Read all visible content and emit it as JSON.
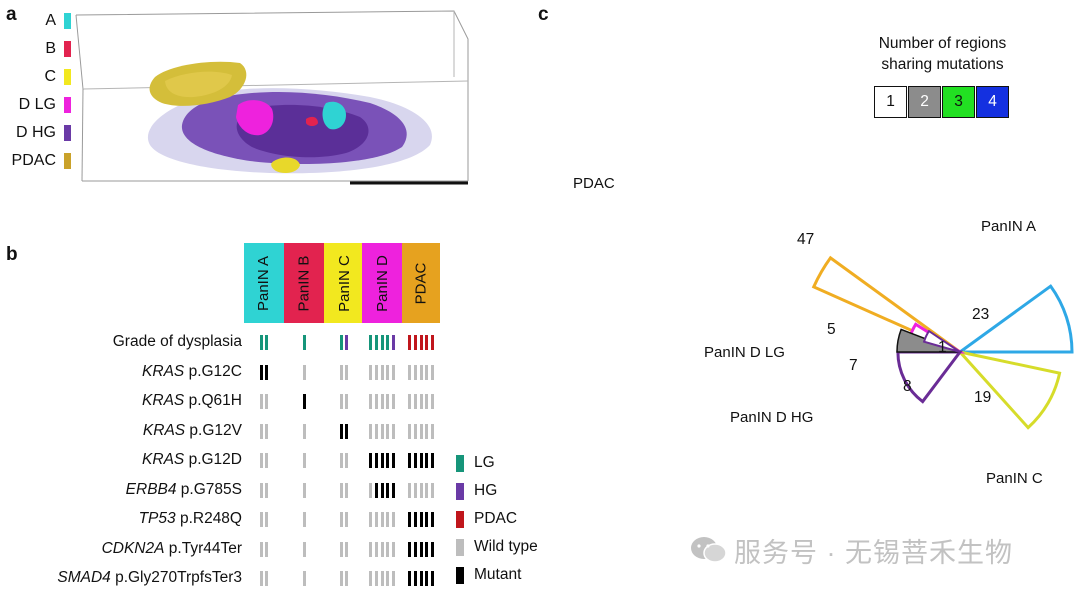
{
  "panels": {
    "a": "a",
    "b": "b",
    "c": "c"
  },
  "panel_a": {
    "legend": [
      {
        "label": "A",
        "color": "#2fd3d3"
      },
      {
        "label": "B",
        "color": "#e2234f"
      },
      {
        "label": "C",
        "color": "#f2e81f"
      },
      {
        "label": "D LG",
        "color": "#ee22dd"
      },
      {
        "label": "D HG",
        "color": "#6a3aa6"
      },
      {
        "label": "PDAC",
        "color": "#caa22a"
      }
    ]
  },
  "panel_b": {
    "columns": [
      {
        "label": "PanIN A",
        "color": "#2fd3d3",
        "count": 2
      },
      {
        "label": "PanIN B",
        "color": "#e2234f",
        "count": 1
      },
      {
        "label": "PanIN C",
        "color": "#f2e81f",
        "count": 2
      },
      {
        "label": "PanIN D",
        "color": "#ee22dd",
        "count": 5
      },
      {
        "label": "PDAC",
        "color": "#e6a21f",
        "count": 5
      }
    ],
    "rows": [
      {
        "gene": "",
        "variant": "Grade of dysplasia",
        "cells": [
          [
            "LG",
            "LG"
          ],
          [
            "LG"
          ],
          [
            "LG",
            "HG"
          ],
          [
            "LG",
            "LG",
            "LG",
            "LG",
            "HG"
          ],
          [
            "PDAC",
            "PDAC",
            "PDAC",
            "PDAC",
            "PDAC"
          ]
        ]
      },
      {
        "gene": "KRAS",
        "variant": " p.G12C",
        "cells": [
          [
            "M",
            "M"
          ],
          [
            "W"
          ],
          [
            "W",
            "W"
          ],
          [
            "W",
            "W",
            "W",
            "W",
            "W"
          ],
          [
            "W",
            "W",
            "W",
            "W",
            "W"
          ]
        ]
      },
      {
        "gene": "KRAS",
        "variant": " p.Q61H",
        "cells": [
          [
            "W",
            "W"
          ],
          [
            "M"
          ],
          [
            "W",
            "W"
          ],
          [
            "W",
            "W",
            "W",
            "W",
            "W"
          ],
          [
            "W",
            "W",
            "W",
            "W",
            "W"
          ]
        ]
      },
      {
        "gene": "KRAS",
        "variant": " p.G12V",
        "cells": [
          [
            "W",
            "W"
          ],
          [
            "W"
          ],
          [
            "M",
            "M"
          ],
          [
            "W",
            "W",
            "W",
            "W",
            "W"
          ],
          [
            "W",
            "W",
            "W",
            "W",
            "W"
          ]
        ]
      },
      {
        "gene": "KRAS",
        "variant": " p.G12D",
        "cells": [
          [
            "W",
            "W"
          ],
          [
            "W"
          ],
          [
            "W",
            "W"
          ],
          [
            "M",
            "M",
            "M",
            "M",
            "M"
          ],
          [
            "M",
            "M",
            "M",
            "M",
            "M"
          ]
        ]
      },
      {
        "gene": "ERBB4",
        "variant": " p.G785S",
        "cells": [
          [
            "W",
            "W"
          ],
          [
            "W"
          ],
          [
            "W",
            "W"
          ],
          [
            "W",
            "M",
            "M",
            "M",
            "M"
          ],
          [
            "W",
            "W",
            "W",
            "W",
            "W"
          ]
        ]
      },
      {
        "gene": "TP53",
        "variant": " p.R248Q",
        "cells": [
          [
            "W",
            "W"
          ],
          [
            "W"
          ],
          [
            "W",
            "W"
          ],
          [
            "W",
            "W",
            "W",
            "W",
            "W"
          ],
          [
            "M",
            "M",
            "M",
            "M",
            "M"
          ]
        ]
      },
      {
        "gene": "CDKN2A",
        "variant": " p.Tyr44Ter",
        "cells": [
          [
            "W",
            "W"
          ],
          [
            "W"
          ],
          [
            "W",
            "W"
          ],
          [
            "W",
            "W",
            "W",
            "W",
            "W"
          ],
          [
            "M",
            "M",
            "M",
            "M",
            "M"
          ]
        ]
      },
      {
        "gene": "SMAD4",
        "variant": " p.Gly270TrpfsTer3",
        "cells": [
          [
            "W",
            "W"
          ],
          [
            "W"
          ],
          [
            "W",
            "W"
          ],
          [
            "W",
            "W",
            "W",
            "W",
            "W"
          ],
          [
            "M",
            "M",
            "M",
            "M",
            "M"
          ]
        ]
      }
    ],
    "legend": [
      {
        "code": "LG",
        "label": "LG",
        "color": "#16957a"
      },
      {
        "code": "HG",
        "label": "HG",
        "color": "#6a3aa6"
      },
      {
        "code": "PDAC",
        "label": "PDAC",
        "color": "#c0161c"
      },
      {
        "code": "W",
        "label": "Wild type",
        "color": "#bdbdbd"
      },
      {
        "code": "M",
        "label": "Mutant",
        "color": "#000000"
      }
    ]
  },
  "panel_c": {
    "legend_title_1": "Number of regions",
    "legend_title_2": "sharing mutations",
    "legend_boxes": [
      {
        "label": "1",
        "fill": "#ffffff",
        "text": "#111111"
      },
      {
        "label": "2",
        "fill": "#8c8c8c",
        "text": "#ffffff"
      },
      {
        "label": "3",
        "fill": "#22e022",
        "text": "#111111"
      },
      {
        "label": "4",
        "fill": "#1430e0",
        "text": "#ffffff"
      }
    ],
    "labels": {
      "pdac": "PDAC",
      "panin_a": "PanIN A",
      "panin_d_lg": "PanIN D LG",
      "panin_d_hg": "PanIN D HG",
      "panin_c": "PanIN C"
    },
    "chart_data": {
      "type": "rose",
      "unit": "mutations",
      "sectors": [
        {
          "region": "PDAC",
          "color": "#f0ad22",
          "counts": {
            "1": 47
          }
        },
        {
          "region": "PanIN A",
          "color": "#2ea8e6",
          "counts": {
            "1": 23
          }
        },
        {
          "region": "PanIN C",
          "color": "#d6dc2a",
          "counts": {
            "1": 19
          }
        },
        {
          "region": "PanIN D HG",
          "color": "#6a2c96",
          "counts": {
            "1": 8
          }
        },
        {
          "region": "PanIN D LG",
          "color": "#ee22dd",
          "counts": {
            "1": 5
          }
        },
        {
          "region": "PanIN D LG + PanIN D HG",
          "color": "#8c8c8c",
          "counts": {
            "2": 7
          }
        },
        {
          "region": "Shared",
          "color": "#e0e0e0",
          "counts": {
            "4": 1
          }
        }
      ],
      "value_labels": [
        "47",
        "23",
        "19",
        "8",
        "5",
        "7",
        "1"
      ]
    }
  },
  "watermark": "服务号 · 无锡菩禾生物"
}
